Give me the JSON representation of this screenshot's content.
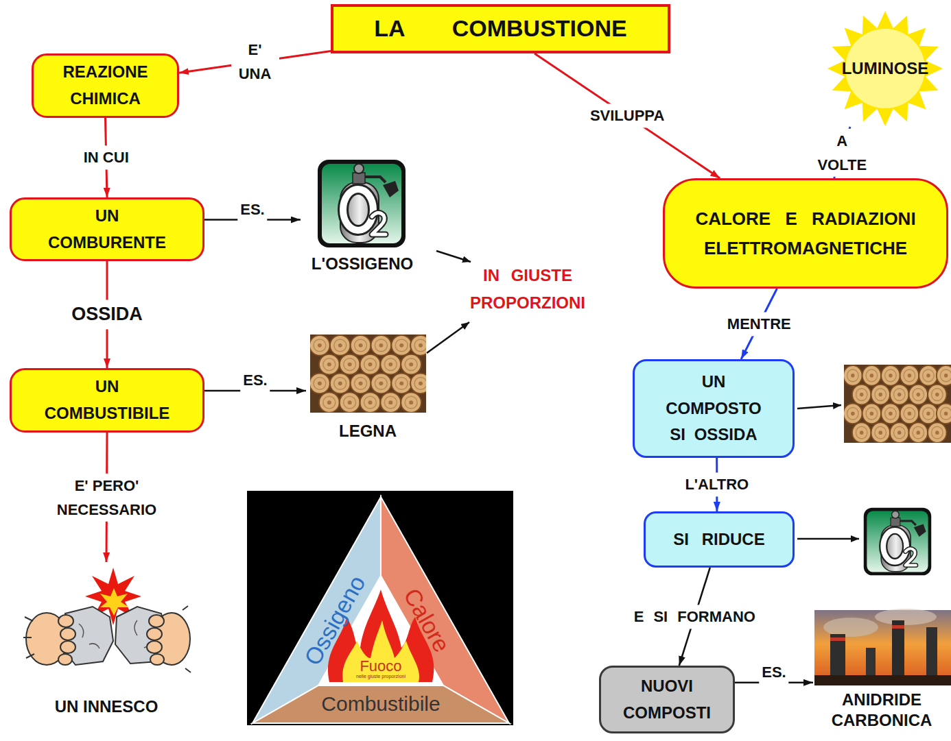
{
  "diagram": {
    "nodes": [
      {
        "text": [
          "LA COMBUSTIONE"
        ]
      },
      {
        "text": [
          "REAZIONE CHIMICA"
        ]
      },
      {
        "text": [
          "UN COMBURENTE"
        ]
      },
      {
        "text": [
          "L'OSSIGENO"
        ]
      },
      {
        "text": [
          "UN COMBUSTIBILE"
        ]
      },
      {
        "text": [
          "LEGNA"
        ]
      },
      {
        "text": [
          "UN INNESCO"
        ]
      },
      {
        "text": [
          "CALORE E RADIAZIONI ELETTROMAGNETICHE"
        ]
      },
      {
        "text": [
          "LUMINOSE"
        ]
      },
      {
        "text": [
          "UN COMPOSTO SI OSSIDA"
        ]
      },
      {
        "text": [
          "SI RIDUCE"
        ]
      },
      {
        "text": [
          "NUOVI COMPOSTI"
        ]
      },
      {
        "text": [
          "ANIDRIDE CARBONICA"
        ]
      }
    ],
    "edges": [
      {
        "from": 0,
        "to": 1,
        "label": "E' UNA",
        "arrow": "to"
      },
      {
        "from": 1,
        "to": 2,
        "label": "IN CUI",
        "arrow": "to"
      },
      {
        "from": 2,
        "to": 4,
        "label": "OSSIDA",
        "arrow": "to"
      },
      {
        "from": 4,
        "to": 6,
        "label": "E' PERO' NECESSARIO",
        "arrow": "to"
      },
      {
        "from": 2,
        "to": 3,
        "label": "ES.",
        "arrow": "to"
      },
      {
        "from": 4,
        "to": 5,
        "label": "ES.",
        "arrow": "to"
      },
      {
        "from": 0,
        "to": 7,
        "label": "SVILUPPA",
        "arrow": "to"
      },
      {
        "from": 7,
        "to": 8,
        "label": "A VOLTE",
        "arrow": "to"
      },
      {
        "from": 7,
        "to": 9,
        "label": "MENTRE",
        "arrow": "to"
      },
      {
        "from": 9,
        "to": 10,
        "label": "L'ALTRO",
        "arrow": "to"
      },
      {
        "from": 10,
        "to": 11,
        "label": "E SI FORMANO",
        "arrow": "to"
      },
      {
        "from": 11,
        "to": 12,
        "label": "ES.",
        "arrow": "to"
      }
    ],
    "labels": [
      "IN GIUSTE PROPORZIONI",
      "Ossigeno",
      "Calore",
      "Fuoco",
      "nelle giuste proporzioni",
      "Combustibile"
    ]
  }
}
